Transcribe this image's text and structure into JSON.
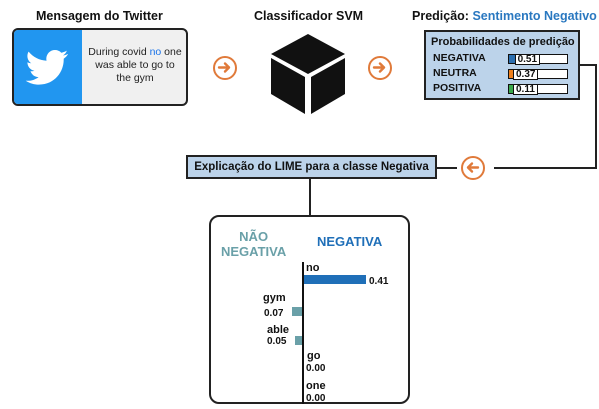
{
  "headers": {
    "tweet": "Mensagem do Twitter",
    "classifier": "Classificador SVM",
    "prediction_prefix": "Predição:",
    "prediction_class": "Sentimento Negativo"
  },
  "tweet": {
    "pre": "During covid ",
    "highlight": "no",
    "post": " one was able to go to the gym"
  },
  "prediction": {
    "title": "Probabilidades de predição",
    "rows": [
      {
        "label": "NEGATIVA",
        "value": "0.51",
        "fraction": 0.51,
        "color": "#2c6fb0"
      },
      {
        "label": "NEUTRA",
        "value": "0.37",
        "fraction": 0.37,
        "color": "#f07f1a"
      },
      {
        "label": "POSITIVA",
        "value": "0.11",
        "fraction": 0.11,
        "color": "#3aa84a"
      }
    ]
  },
  "lime": {
    "label": "Explicação do LIME para a classe Negativa",
    "side_negative": "NEGATIVA",
    "side_non_negative_line1": "NÃO",
    "side_non_negative_line2": "NEGATIVA",
    "features": [
      {
        "word": "no",
        "value": "0.41",
        "weight": 0.41,
        "side": "negative"
      },
      {
        "word": "gym",
        "value": "0.07",
        "weight": 0.07,
        "side": "non-negative"
      },
      {
        "word": "able",
        "value": "0.05",
        "weight": 0.05,
        "side": "non-negative"
      },
      {
        "word": "go",
        "value": "0.00",
        "weight": 0.0,
        "side": "negative"
      },
      {
        "word": "one",
        "value": "0.00",
        "weight": 0.0,
        "side": "negative"
      }
    ]
  },
  "colors": {
    "accent_orange": "#e07a3a",
    "negative_bar": "#1f6fb8",
    "non_negative_bar": "#6aa0a8",
    "box_fill": "#bcd3ea",
    "twitter_blue": "#2196f0"
  },
  "icons": [
    "twitter-bird-icon",
    "cube-icon",
    "arrow-right-icon",
    "arrow-left-icon"
  ]
}
